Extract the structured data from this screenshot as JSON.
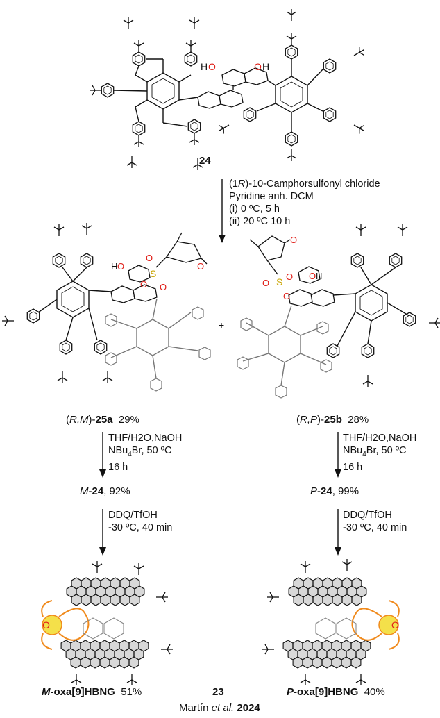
{
  "compound_start": "24",
  "step1": {
    "line1_pre": "(1",
    "line1_R": "R",
    "line1_post": ")-10-Camphorsulfonyl chloride",
    "line2": "Pyridine anh. DCM",
    "line3": "(i) 0 ºC, 5 h",
    "line4": "(ii) 20 ºC 10 h"
  },
  "plus": "+",
  "left": {
    "label_paren_open": "(",
    "label_stereo": "R,M",
    "label_paren_close": ")-",
    "label_num": "25a",
    "yield": "29%",
    "cond1": "THF/H2O,NaOH",
    "cond2_pre": "NBu",
    "cond2_sub": "4",
    "cond2_post": "Br, 50 ºC",
    "cond3": "16 h",
    "mid_prefix": "M",
    "mid_num": "24",
    "mid_yield": ", 92%",
    "cond4": "DDQ/TfOH",
    "cond5": "-30 ºC, 40 min",
    "prod_prefix": "M",
    "prod_name": "-oxa[9]HBNG",
    "prod_yield": "51%"
  },
  "right": {
    "label_paren_open": "(",
    "label_stereo": "R,P",
    "label_paren_close": ")-",
    "label_num": "25b",
    "yield": "28%",
    "cond1": "THF/H2O,NaOH",
    "cond2_pre": "NBu",
    "cond2_sub": "4",
    "cond2_post": "Br, 50 ºC",
    "cond3": "16 h",
    "mid_prefix": "P",
    "mid_num": "24",
    "mid_yield": ", 99%",
    "cond4": "DDQ/TfOH",
    "cond5": "-30 ºC, 40 min",
    "prod_prefix": "P",
    "prod_name": "-oxa[9]HBNG",
    "prod_yield": "40%"
  },
  "compound_product": "23",
  "citation": {
    "author": "Martín ",
    "etal": "et al.",
    "year": " 2024"
  },
  "atoms": {
    "hydroxyl": "HO",
    "oxygen": "O",
    "sulfur": "S"
  },
  "colors": {
    "oxygen": "#e0201a",
    "sulfur": "#c9a400",
    "highlight": "#f4e04a",
    "helix": "#f08a1c",
    "bond": "#111111",
    "aromatic_fill": "#d8d8d8"
  }
}
